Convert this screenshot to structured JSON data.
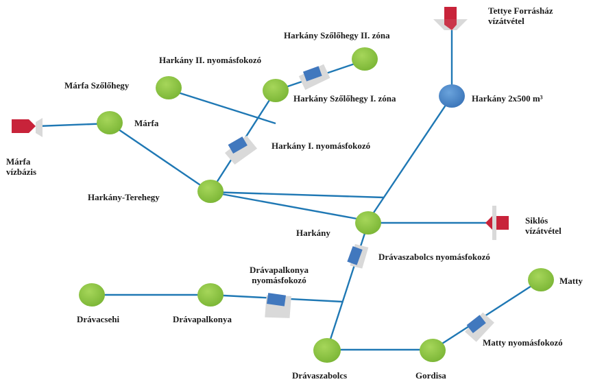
{
  "colors": {
    "pipe": "#1f78b4",
    "node_green": "#8dc63f",
    "node_green_dark": "#6fa62d",
    "tank_blue": "#4a86c8",
    "booster_blue": "#4178be",
    "source_red": "#c8233a",
    "flag_gray": "#d9d9d9"
  },
  "labels": {
    "tettye": "Tettye Forrásház\nvízátvétel",
    "szolohegy2": "Harkány Szőlőhegy II. zóna",
    "harkany2_booster": "Harkány II. nyomásfokozó",
    "marfa_szolohegy": "Márfa Szőlőhegy",
    "szolohegy1": "Harkány Szőlőhegy I. zóna",
    "tank": "Harkány 2x500 m³",
    "marfa": "Márfa",
    "marfa_source": "Márfa\nvízbázis",
    "harkany1_booster": "Harkány I. nyomásfokozó",
    "terehegy": "Harkány-Terehegy",
    "harkany": "Harkány",
    "siklos": "Siklós\nvízátvétel",
    "dravaszabolcs_booster": "Drávaszabolcs nyomásfokozó",
    "dravapalkonya_booster": "Drávapalkonya\nnyomásfokozó",
    "matty": "Matty",
    "dravacsehi": "Drávacsehi",
    "dravapalkonya": "Drávapalkonya",
    "matty_booster": "Matty nyomásfokozó",
    "dravaszabolcs": "Drávaszabolcs",
    "gordisa": "Gordisa"
  }
}
